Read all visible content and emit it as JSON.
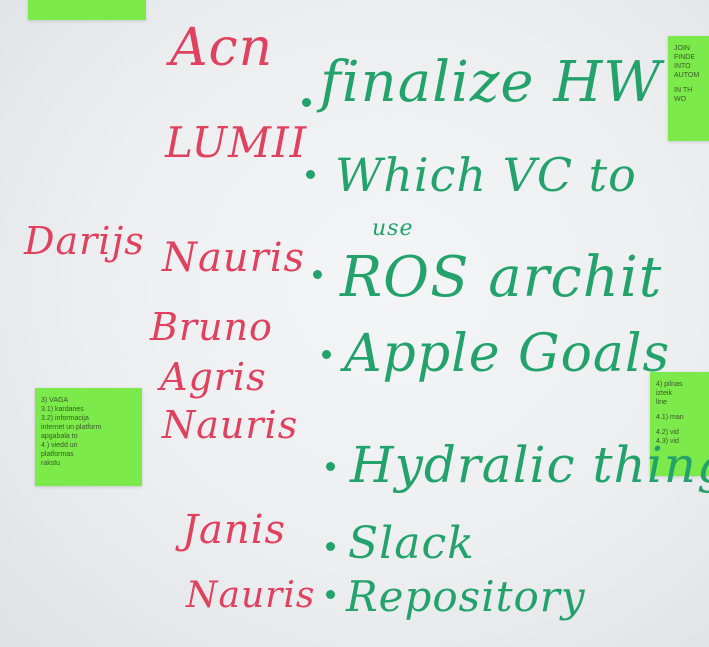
{
  "names": [
    "Acn",
    "LUMII",
    "Darijs",
    "Nauris",
    "Bruno",
    "Agris",
    "Nauris",
    "Janis",
    "Nauris"
  ],
  "tasks": [
    "finalize HW",
    "Which VC to",
    "use",
    "ROS archit",
    "Apple Goals",
    "Hydralic thing",
    "Slack",
    "Repository"
  ],
  "stickies": {
    "top_right": [
      "JOIN",
      "FINDE",
      "INTO",
      "AUTOM",
      "IN TH",
      "WO"
    ],
    "left": [
      "3) VAGA",
      "3.1) kardanes",
      "3.2) informacija",
      "internet un platform",
      "apgabala to",
      "4.) viedd un",
      "platformas",
      "rakstu"
    ],
    "right": [
      "4) pilnas",
      "izteik",
      "line",
      "4.1) man",
      "4.2) vid",
      "4.3) vid"
    ]
  },
  "colors": {
    "red_marker": "#e0415e",
    "green_marker": "#23a36b",
    "sticky": "#7bea4a"
  }
}
